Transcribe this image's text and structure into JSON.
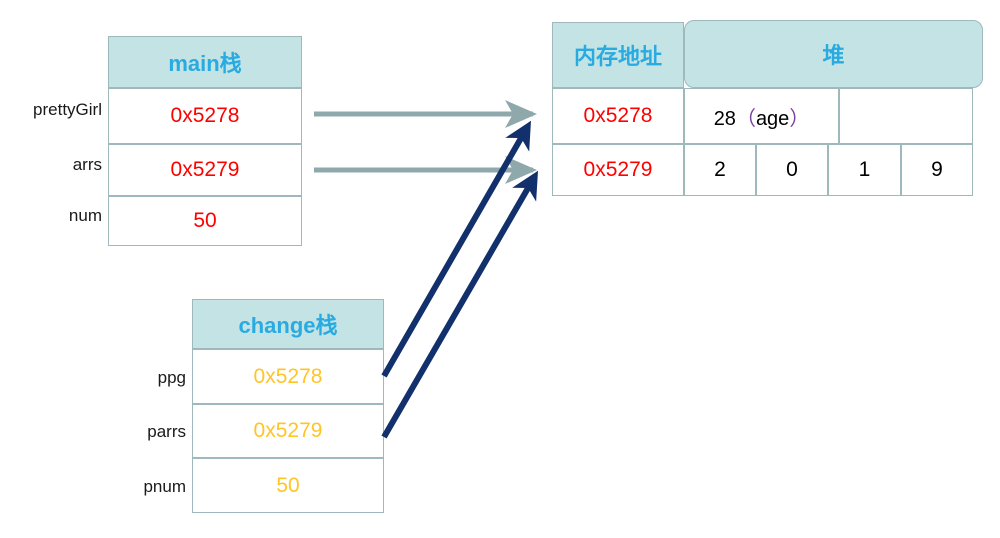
{
  "diagram": {
    "title_hidden": "",
    "colors": {
      "header_bg": "#c3e3e5",
      "header_text": "#29ABE2",
      "border": "#9fb8bc",
      "red_value": "#ff0000",
      "orange_value": "#FFC425",
      "gray_arrow": "#8fa8ac",
      "navy_arrow": "#12306b",
      "paren_purple": "#7b3fa0"
    }
  },
  "main_stack": {
    "header": "main栈",
    "rows": [
      {
        "label": "prettyGirl",
        "value": "0x5278"
      },
      {
        "label": "arrs",
        "value": "0x5279"
      },
      {
        "label": "num",
        "value": "50"
      }
    ]
  },
  "change_stack": {
    "header": "change栈",
    "rows": [
      {
        "label": "ppg",
        "value": "0x5278"
      },
      {
        "label": "parrs",
        "value": "0x5279"
      },
      {
        "label": "pnum",
        "value": "50"
      }
    ]
  },
  "heap": {
    "address_header": "内存地址",
    "heap_header": "堆",
    "rows": [
      {
        "address": "0x5278",
        "cells": [
          "28（age）",
          ""
        ]
      },
      {
        "address": "0x5279",
        "cells": [
          "2",
          "0",
          "1",
          "9"
        ]
      }
    ]
  },
  "arrows": [
    {
      "name": "main-prettygirl-to-heap-0x5278",
      "style": "gray",
      "from": "main_stack.rows.0.value",
      "to": "heap.rows.0.address"
    },
    {
      "name": "main-arrs-to-heap-0x5279",
      "style": "gray",
      "from": "main_stack.rows.1.value",
      "to": "heap.rows.1.address"
    },
    {
      "name": "change-ppg-to-heap-0x5278",
      "style": "navy",
      "from": "change_stack.rows.0.value",
      "to": "heap.rows.0.address"
    },
    {
      "name": "change-parrs-to-heap-0x5279",
      "style": "navy",
      "from": "change_stack.rows.1.value",
      "to": "heap.rows.1.address"
    }
  ]
}
